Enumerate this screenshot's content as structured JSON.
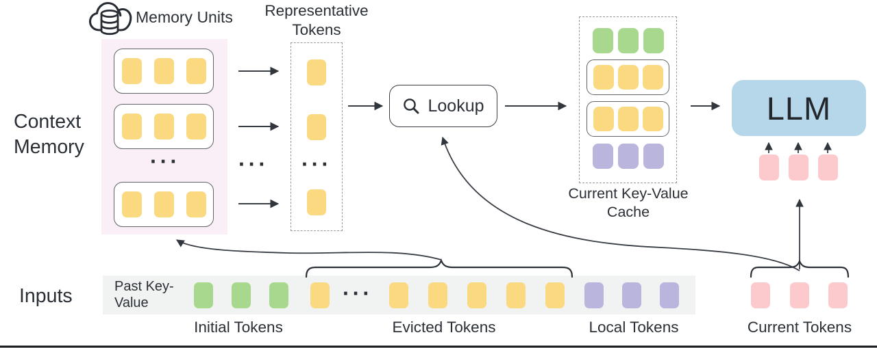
{
  "labels": {
    "memory_units": "Memory Units",
    "context_memory": "Context Memory",
    "representative_tokens": "Representative Tokens",
    "lookup": "Lookup",
    "current_kv_cache": "Current Key-Value Cache",
    "llm": "LLM",
    "inputs": "Inputs",
    "past_key_value": "Past Key-Value",
    "initial_tokens": "Initial Tokens",
    "evicted_tokens": "Evicted Tokens",
    "local_tokens": "Local Tokens",
    "current_tokens": "Current Tokens",
    "ellipsis": "···"
  },
  "colors": {
    "ink": "#2a2f36",
    "yellow_token": "#fbd981",
    "green_token": "#a8d88e",
    "purple_token": "#b9b5dc",
    "pink_token": "#fcc9cc",
    "llm_fill": "#b5d7e9",
    "memory_panel_bg": "#faeff7",
    "strip_bg": "#f1f3f3",
    "unit_border": "#5e6269",
    "dashed_border": "#94979c"
  },
  "token_groups": {
    "memory_unit": {
      "count": 3,
      "color": "yellow_token"
    },
    "representative": {
      "count": 1,
      "color": "yellow_token"
    },
    "cache_initial": {
      "count": 3,
      "color": "green_token"
    },
    "cache_unit": {
      "count": 3,
      "color": "yellow_token"
    },
    "cache_local": {
      "count": 3,
      "color": "purple_token"
    },
    "llm_inputs": {
      "count": 3,
      "color": "pink_token"
    },
    "strip_initial": {
      "count": 3,
      "color": "green_token"
    },
    "strip_evicted_head": {
      "count": 1,
      "color": "yellow_token"
    },
    "strip_evicted_tail": {
      "count": 5,
      "color": "yellow_token"
    },
    "strip_local": {
      "count": 3,
      "color": "purple_token"
    },
    "strip_current": {
      "count": 3,
      "color": "pink_token"
    }
  }
}
